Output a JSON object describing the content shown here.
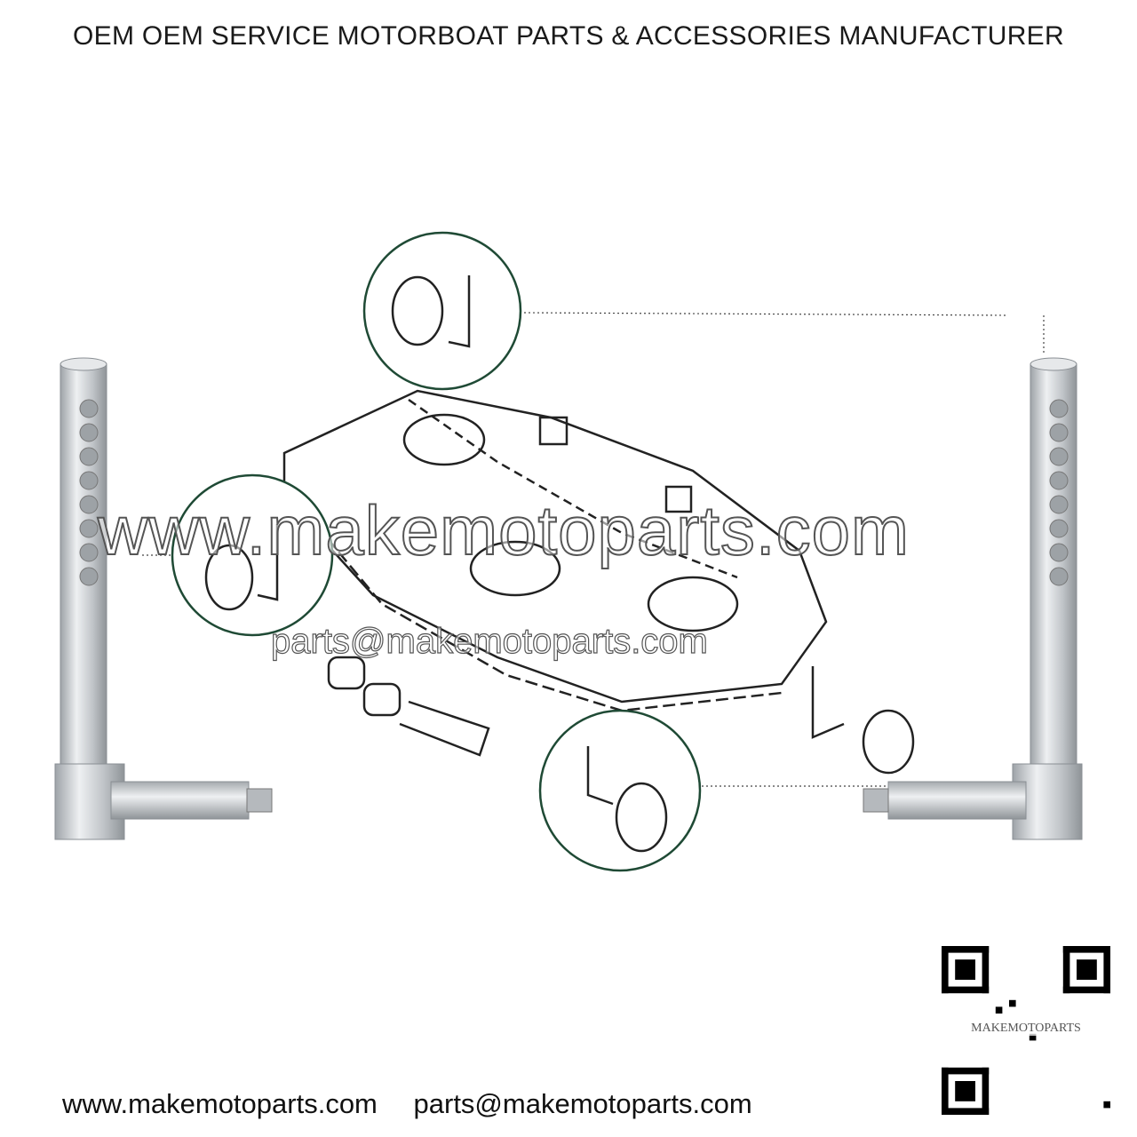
{
  "header": {
    "title": "OEM OEM SERVICE MOTORBOAT PARTS & ACCESSORIES MANUFACTURER"
  },
  "watermark": {
    "website": "www.makemotoparts.com",
    "email": "parts@makemotoparts.com"
  },
  "qr": {
    "label": "MAKEMOTOPARTS"
  },
  "footer": {
    "website": "www.makemotoparts.com",
    "email": "parts@makemotoparts.com"
  },
  "colors": {
    "circle": "#1f4a35",
    "pin": "#c4c8cc"
  }
}
